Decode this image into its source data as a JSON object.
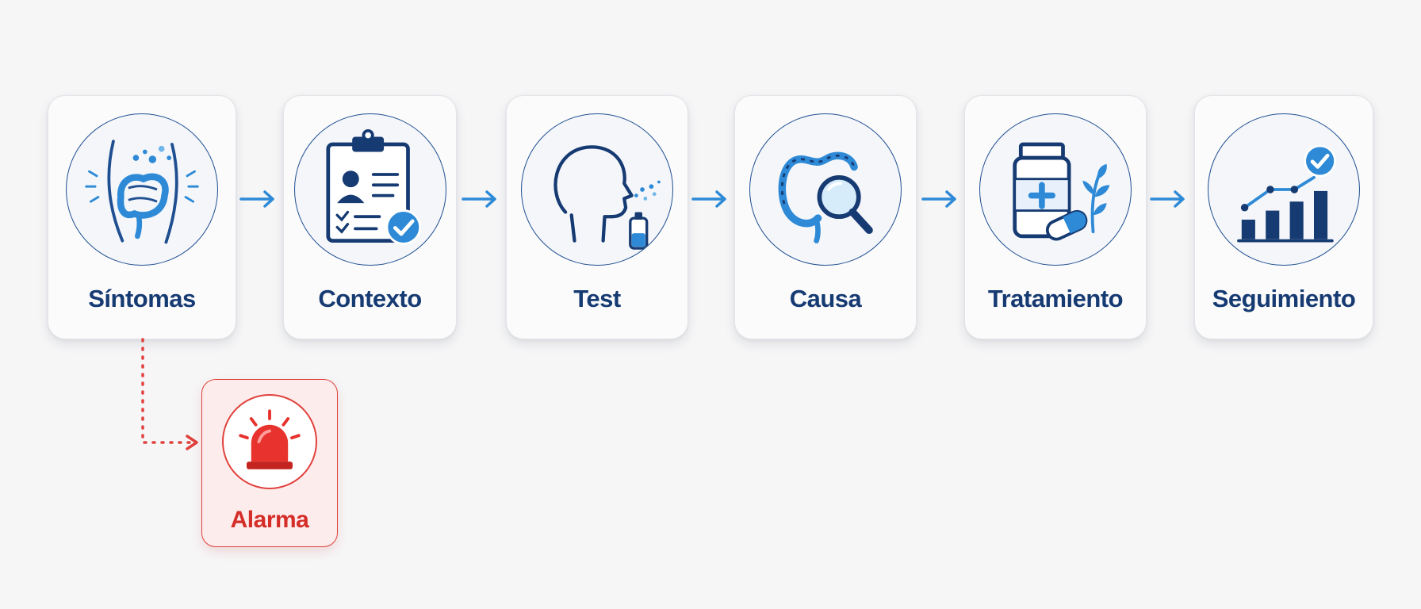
{
  "steps": [
    {
      "label": "Síntomas",
      "icon": "intestine-symptoms-icon"
    },
    {
      "label": "Contexto",
      "icon": "clipboard-check-icon"
    },
    {
      "label": "Test",
      "icon": "breath-test-icon"
    },
    {
      "label": "Causa",
      "icon": "intestine-magnifier-icon"
    },
    {
      "label": "Tratamiento",
      "icon": "medication-icon"
    },
    {
      "label": "Seguimiento",
      "icon": "growth-chart-icon"
    }
  ],
  "alarm": {
    "label": "Alarma",
    "icon": "siren-icon"
  },
  "colors": {
    "primary": "#163a72",
    "accent": "#2e8ad6",
    "alarm": "#e0413c",
    "background": "#f6f6f7"
  }
}
